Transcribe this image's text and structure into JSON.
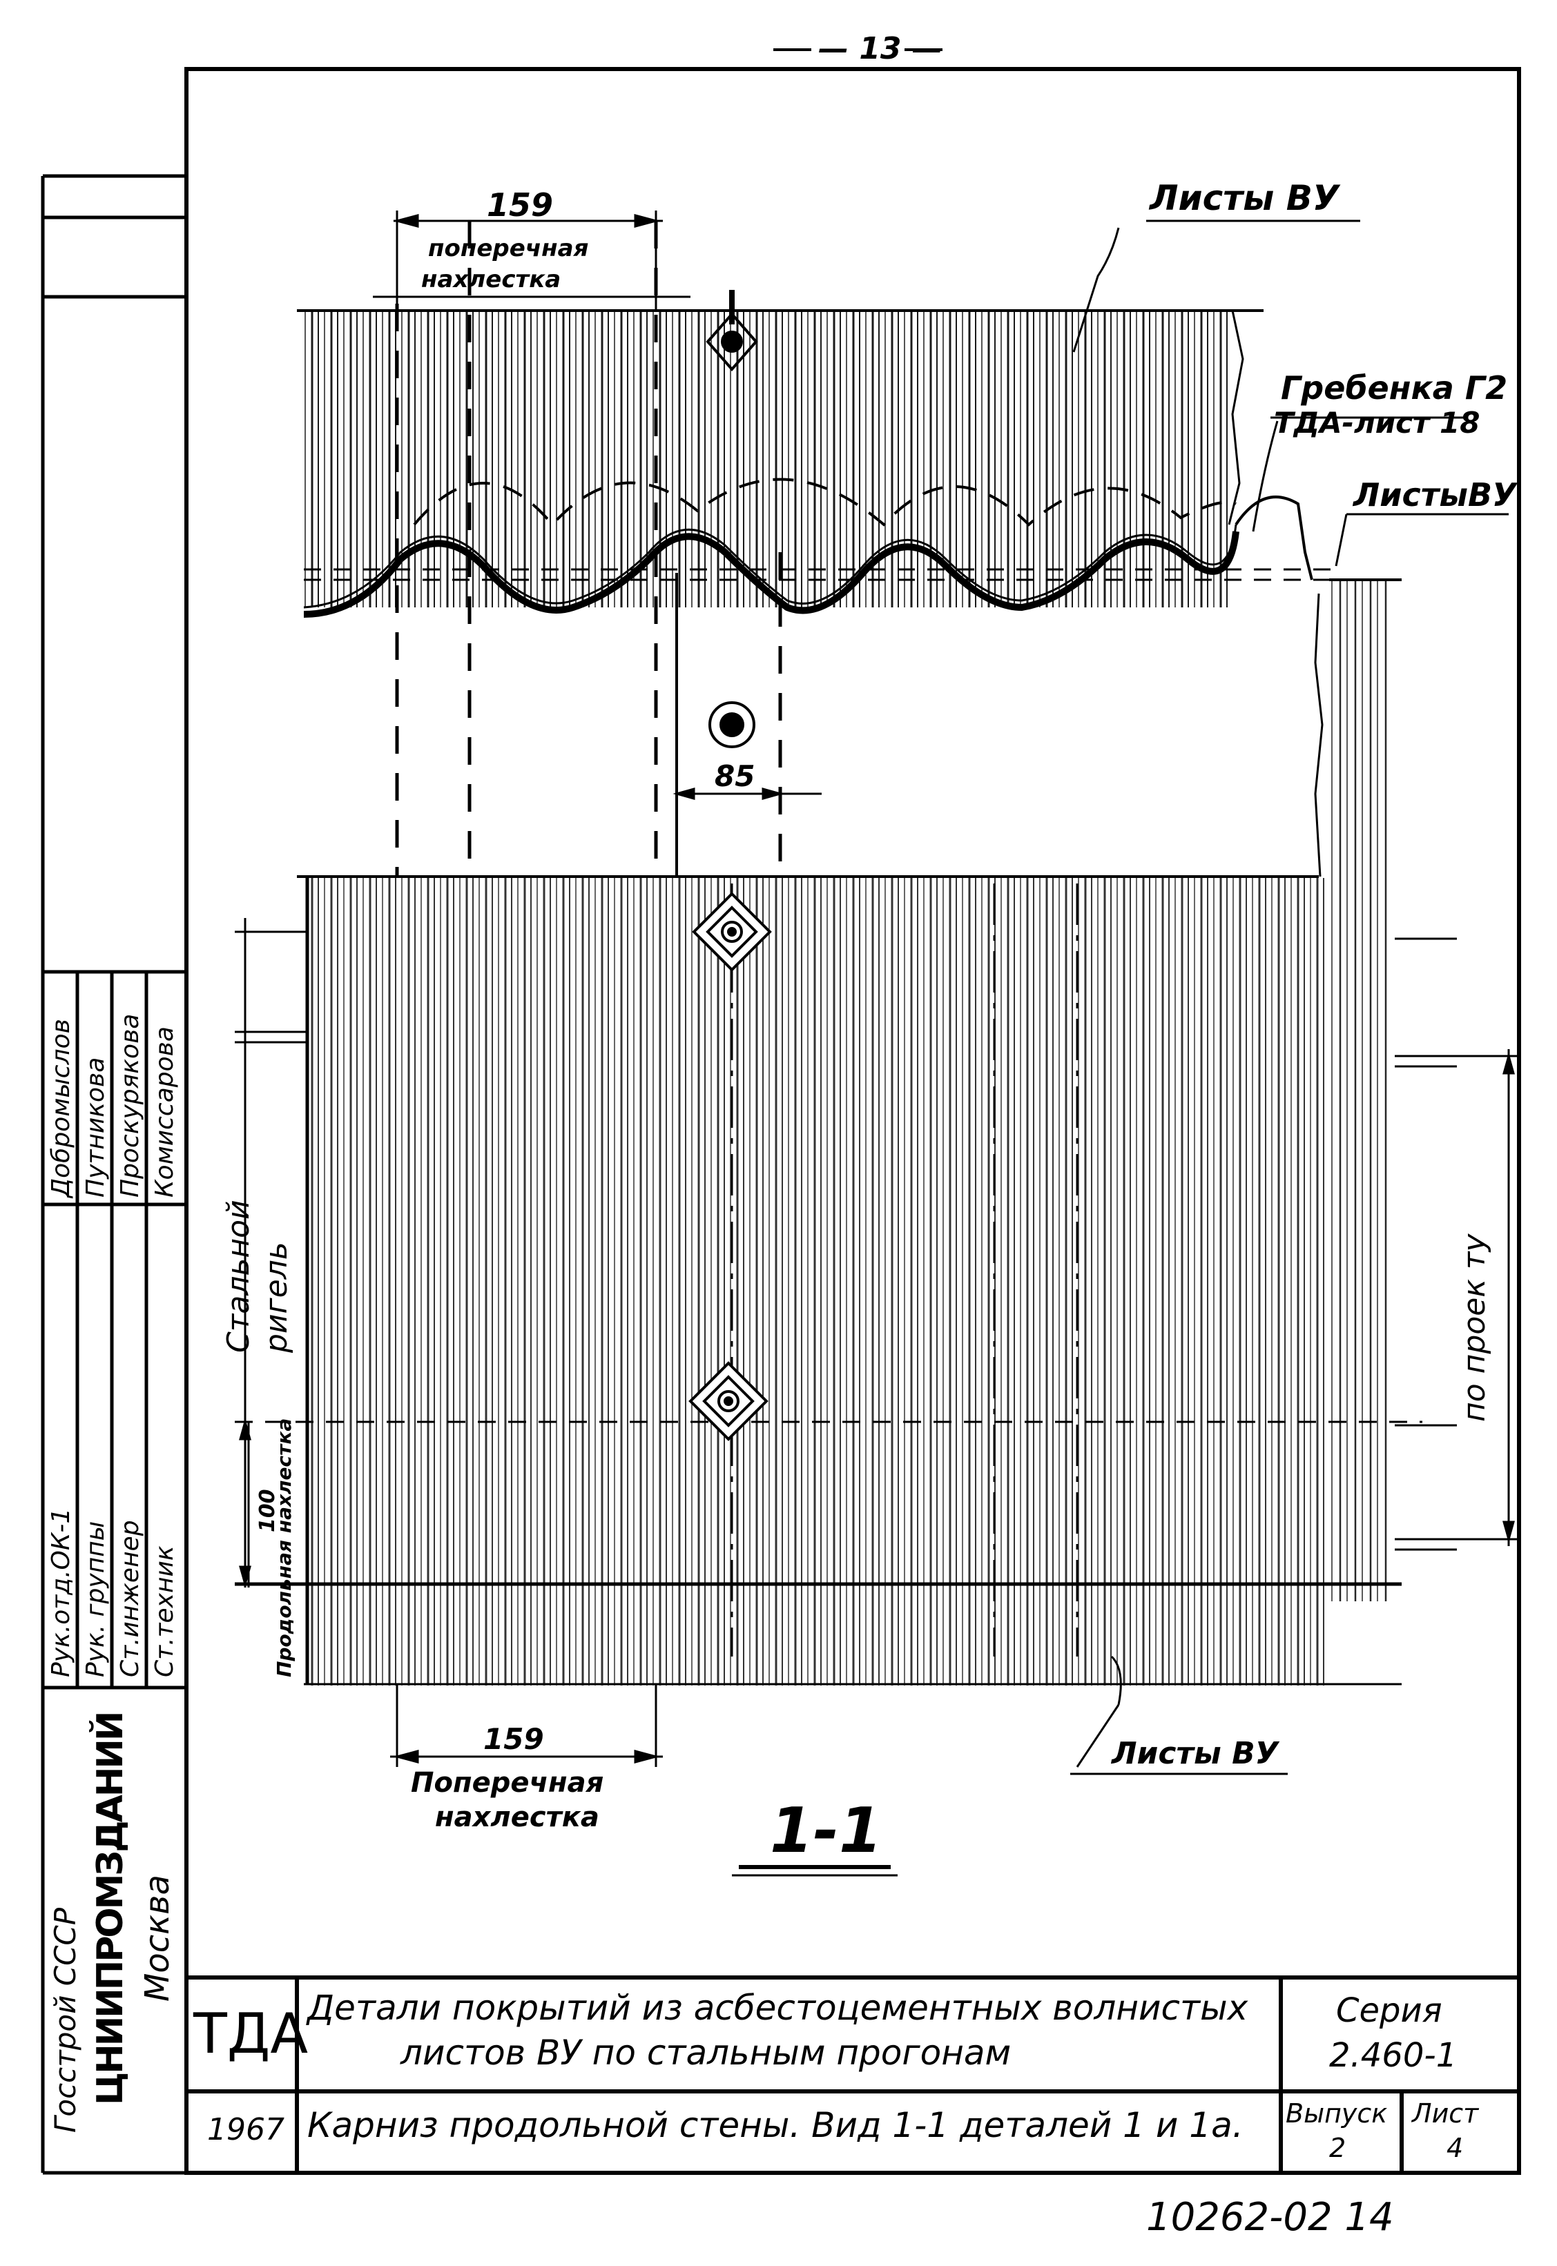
{
  "page_number": "— 13 —",
  "drawing": {
    "label_top_sheets": "Листы ВУ",
    "label_ridge_line1": "Гребенка Г2",
    "label_ridge_line2": "ТДА-лист 18",
    "label_right_sheets": "ЛистыВУ",
    "dim_top_overlap_value": "159",
    "dim_top_overlap_line1": "поперечная",
    "dim_top_overlap_line2": "нахлестка",
    "dim_middle": "85",
    "label_steel_beam_line1": "Стальной",
    "label_steel_beam_line2": "ригель",
    "label_by_project": "по проек ту",
    "dim_long_overlap_value": "100",
    "label_long_overlap": "Продольная нахлестка",
    "dim_bottom_overlap_value": "159",
    "dim_bottom_overlap_line1": "Поперечная",
    "dim_bottom_overlap_line2": "нахлестка",
    "label_bottom_sheets": "Листы ВУ",
    "section_label": "1-1"
  },
  "left_strip": {
    "org_line1": "Госстрой СССР",
    "org_line2": "ЦНИИПРОМЗДАНИЙ",
    "org_line3": "Москва",
    "roles": [
      "Рук.отд.ОК-1",
      "Рук. группы",
      "Ст.инженер",
      "Ст.техник"
    ],
    "names": [
      "Добромыслов",
      "Путникова",
      "Проскурякова",
      "Комиссарова"
    ]
  },
  "title_block": {
    "org_code": "ТДА",
    "title_line1": "Детали покрытий из асбестоцементных волнистых",
    "title_line2": "листов ВУ по стальным прогонам",
    "series_label": "Серия",
    "series_value": "2.460-1",
    "year": "1967",
    "sheet_title": "Карниз продольной стены. Вид 1-1 деталей 1 и 1а.",
    "issue_label": "Выпуск",
    "issue_value": "2",
    "sheet_label": "Лист",
    "sheet_value": "4"
  },
  "doc_number": "10262-02 14"
}
